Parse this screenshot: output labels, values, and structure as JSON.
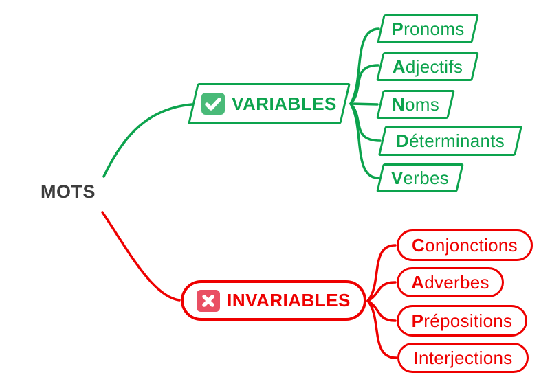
{
  "root": {
    "label": "MOTS"
  },
  "colors": {
    "green": "#0ca34d",
    "red": "#ee0000",
    "check_icon_bg": "#49ba78",
    "cross_icon_bg": "#e94f63",
    "root_text": "#3d3d3d",
    "background": "#ffffff"
  },
  "branches": {
    "variables": {
      "label": "VARIABLES",
      "icon": "check-icon",
      "children": [
        {
          "initial": "P",
          "rest": "ronoms"
        },
        {
          "initial": "A",
          "rest": "djectifs"
        },
        {
          "initial": "N",
          "rest": "oms"
        },
        {
          "initial": "D",
          "rest": "éterminants"
        },
        {
          "initial": "V",
          "rest": "erbes"
        }
      ]
    },
    "invariables": {
      "label": "INVARIABLES",
      "icon": "cross-icon",
      "children": [
        {
          "initial": "C",
          "rest": "onjonctions"
        },
        {
          "initial": "A",
          "rest": "dverbes"
        },
        {
          "initial": "P",
          "rest": "répositions"
        },
        {
          "initial": "I",
          "rest": "nterjections"
        }
      ]
    }
  }
}
